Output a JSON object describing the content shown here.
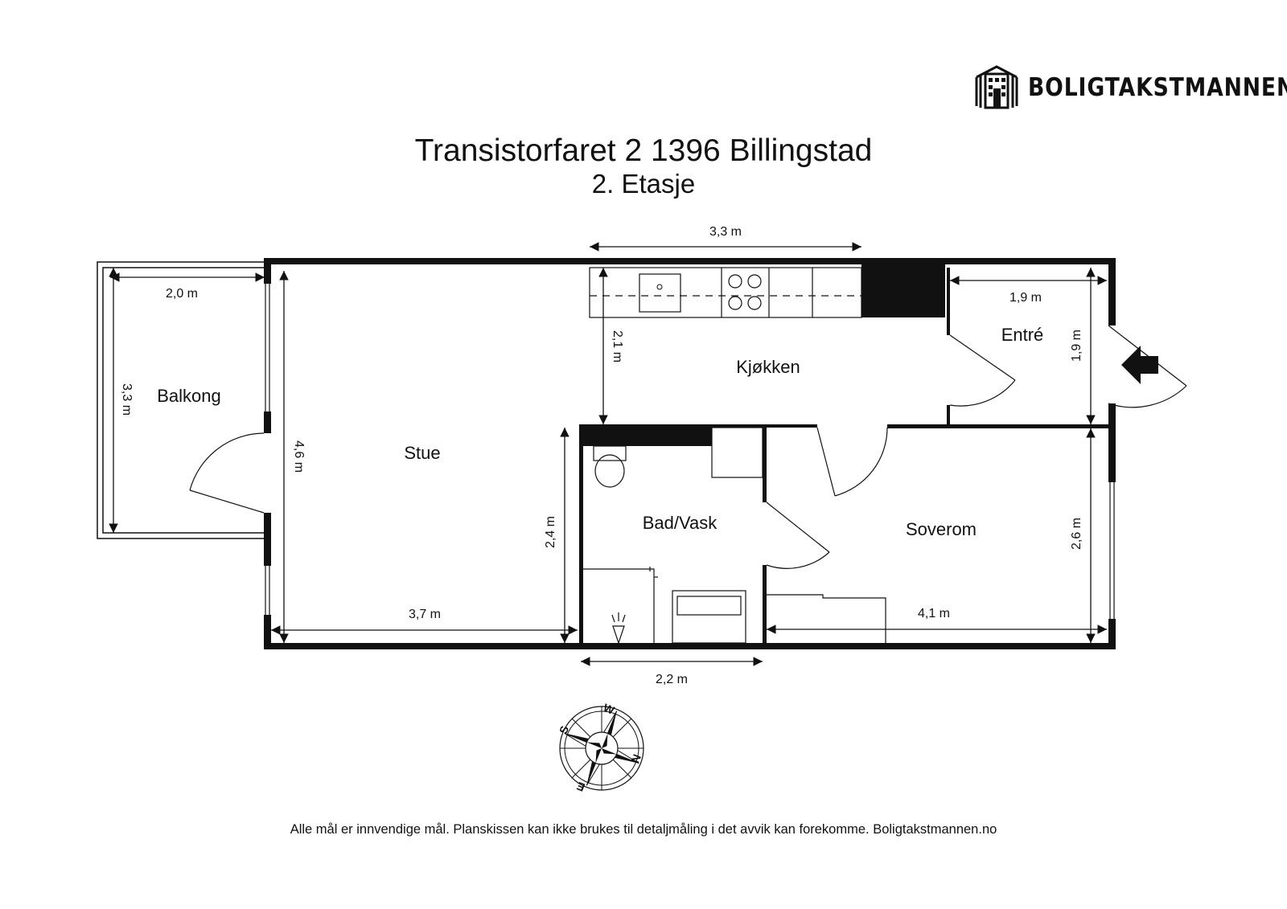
{
  "brand": {
    "name": "BOLIGTAKSTMANNEN",
    "icon": "house-building-logo-icon"
  },
  "title": "Transistorfaret 2 1396 Billingstad",
  "subtitle": "2. Etasje",
  "rooms": {
    "balkong": "Balkong",
    "stue": "Stue",
    "kjokken": "Kjøkken",
    "entre": "Entré",
    "bad": "Bad/Vask",
    "soverom": "Soverom"
  },
  "dimensions": {
    "kitchen_width": "3,3 m",
    "kitchen_depth": "2,1 m",
    "balcony_width": "2,0 m",
    "balcony_depth": "3,3 m",
    "living_depth": "4,6 m",
    "living_width": "3,7 m",
    "bath_depth": "2,4 m",
    "bath_width": "2,2 m",
    "entry_width": "1,9 m",
    "entry_depth": "1,9 m",
    "bedroom_depth": "2,6 m",
    "bedroom_width": "4,1 m"
  },
  "compass": {
    "labels": [
      "W",
      "S",
      "N",
      "E"
    ]
  },
  "footer": "Alle mål er innvendige mål. Planskissen kan ikke brukes til detaljmåling i det avvik kan forekomme. Boligtakstmannen.no"
}
